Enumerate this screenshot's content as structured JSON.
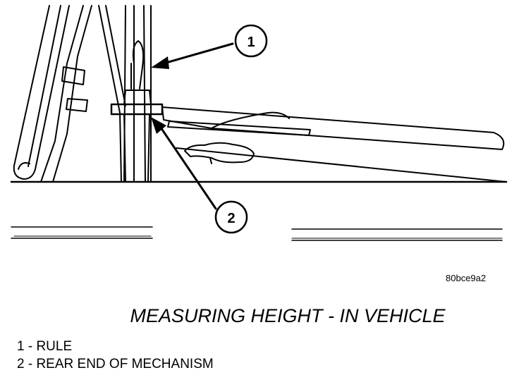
{
  "figure_id": "80bce9a2",
  "caption": "MEASURING HEIGHT - IN VEHICLE",
  "callouts": [
    {
      "number": "1",
      "label": "RULE"
    },
    {
      "number": "2",
      "label": "REAR END OF MECHANISM"
    }
  ],
  "legend": [
    "1 - RULE",
    "2 - REAR END OF MECHANISM"
  ],
  "colors": {
    "ink": "#000000",
    "paper": "#ffffff"
  }
}
